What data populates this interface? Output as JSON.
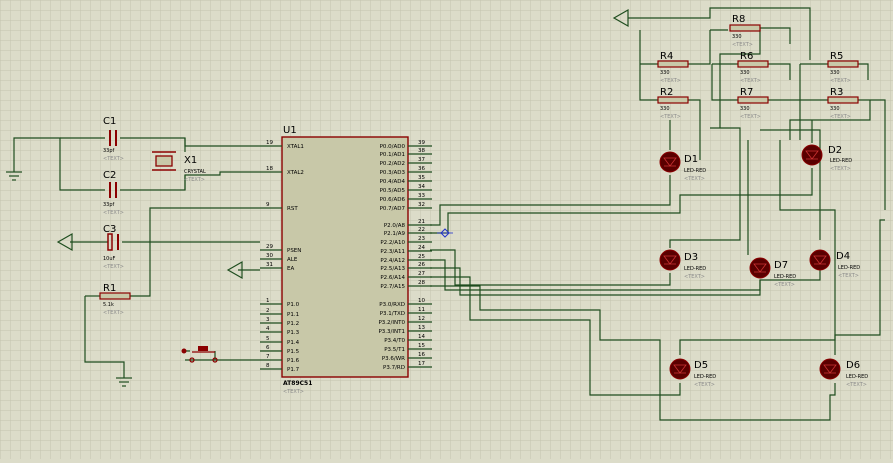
{
  "colors": {
    "background": "#dcdcc9",
    "grid": "#c8c8b4",
    "wire": "#1e4d1e",
    "component": "#8b0000",
    "chip_fill": "#c8c8a8",
    "text_gray": "#8a8a8a",
    "led": "#5a0000"
  },
  "mcu": {
    "ref": "U1",
    "part": "AT89C51",
    "text": "<TEXT>",
    "left_pins": [
      {
        "num": "19",
        "name": "XTAL1"
      },
      {
        "num": "18",
        "name": "XTAL2"
      },
      {
        "num": "9",
        "name": "RST"
      },
      {
        "num": "29",
        "name": "PSEN"
      },
      {
        "num": "30",
        "name": "ALE"
      },
      {
        "num": "31",
        "name": "EA"
      },
      {
        "num": "1",
        "name": "P1.0"
      },
      {
        "num": "2",
        "name": "P1.1"
      },
      {
        "num": "3",
        "name": "P1.2"
      },
      {
        "num": "4",
        "name": "P1.3"
      },
      {
        "num": "5",
        "name": "P1.4"
      },
      {
        "num": "6",
        "name": "P1.5"
      },
      {
        "num": "7",
        "name": "P1.6"
      },
      {
        "num": "8",
        "name": "P1.7"
      }
    ],
    "right_pins": [
      {
        "num": "39",
        "name": "P0.0/AD0"
      },
      {
        "num": "38",
        "name": "P0.1/AD1"
      },
      {
        "num": "37",
        "name": "P0.2/AD2"
      },
      {
        "num": "36",
        "name": "P0.3/AD3"
      },
      {
        "num": "35",
        "name": "P0.4/AD4"
      },
      {
        "num": "34",
        "name": "P0.5/AD5"
      },
      {
        "num": "33",
        "name": "P0.6/AD6"
      },
      {
        "num": "32",
        "name": "P0.7/AD7"
      },
      {
        "num": "21",
        "name": "P2.0/A8"
      },
      {
        "num": "22",
        "name": "P2.1/A9"
      },
      {
        "num": "23",
        "name": "P2.2/A10"
      },
      {
        "num": "24",
        "name": "P2.3/A11"
      },
      {
        "num": "25",
        "name": "P2.4/A12"
      },
      {
        "num": "26",
        "name": "P2.5/A13"
      },
      {
        "num": "27",
        "name": "P2.6/A14"
      },
      {
        "num": "28",
        "name": "P2.7/A15"
      },
      {
        "num": "10",
        "name": "P3.0/RXD"
      },
      {
        "num": "11",
        "name": "P3.1/TXD"
      },
      {
        "num": "12",
        "name": "P3.2/INT0"
      },
      {
        "num": "13",
        "name": "P3.3/INT1"
      },
      {
        "num": "14",
        "name": "P3.4/T0"
      },
      {
        "num": "15",
        "name": "P3.5/T1"
      },
      {
        "num": "16",
        "name": "P3.6/WR"
      },
      {
        "num": "17",
        "name": "P3.7/RD"
      }
    ]
  },
  "capacitors": [
    {
      "ref": "C1",
      "value": "33pf",
      "text": "<TEXT>"
    },
    {
      "ref": "C2",
      "value": "33pf",
      "text": "<TEXT>"
    },
    {
      "ref": "C3",
      "value": "10uF",
      "text": "<TEXT>"
    }
  ],
  "crystal": {
    "ref": "X1",
    "value": "CRYSTAL",
    "text": "<TEXT>"
  },
  "resistors": [
    {
      "ref": "R1",
      "value": "5.1k",
      "text": "<TEXT>"
    },
    {
      "ref": "R2",
      "value": "330",
      "text": "<TEXT>"
    },
    {
      "ref": "R3",
      "value": "330",
      "text": "<TEXT>"
    },
    {
      "ref": "R4",
      "value": "330",
      "text": "<TEXT>"
    },
    {
      "ref": "R5",
      "value": "330",
      "text": "<TEXT>"
    },
    {
      "ref": "R6",
      "value": "330",
      "text": "<TEXT>"
    },
    {
      "ref": "R7",
      "value": "330",
      "text": "<TEXT>"
    },
    {
      "ref": "R8",
      "value": "330",
      "text": "<TEXT>"
    }
  ],
  "leds": [
    {
      "ref": "D1",
      "value": "LED-RED",
      "text": "<TEXT>"
    },
    {
      "ref": "D2",
      "value": "LED-RED",
      "text": "<TEXT>"
    },
    {
      "ref": "D3",
      "value": "LED-RED",
      "text": "<TEXT>"
    },
    {
      "ref": "D4",
      "value": "LED-RED",
      "text": "<TEXT>"
    },
    {
      "ref": "D5",
      "value": "LED-RED",
      "text": "<TEXT>"
    },
    {
      "ref": "D6",
      "value": "LED-RED",
      "text": "<TEXT>"
    },
    {
      "ref": "D7",
      "value": "LED-RED",
      "text": "<TEXT>"
    }
  ]
}
